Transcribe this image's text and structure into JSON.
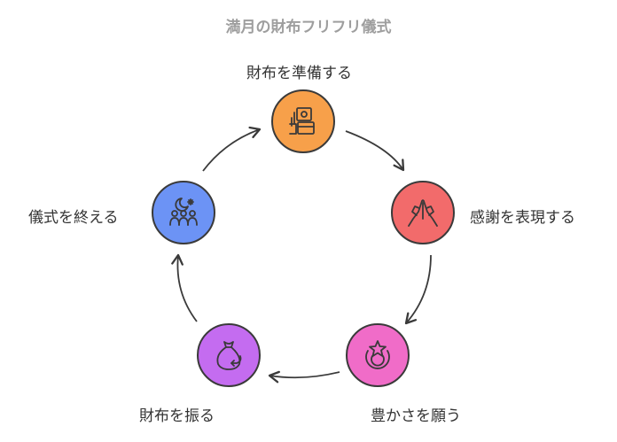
{
  "title": "満月の財布フリフリ儀式",
  "colors": {
    "stroke": "#3a3a3a",
    "title": "#9e9e9e"
  },
  "steps": [
    {
      "label": "財布を準備する",
      "icon": "wallet-cash-icon",
      "color": "#f7a04a"
    },
    {
      "label": "感謝を表現する",
      "icon": "praying-hands-icon",
      "color": "#f26b6b"
    },
    {
      "label": "豊かさを願う",
      "icon": "star-crescent-icon",
      "color": "#f06cc8"
    },
    {
      "label": "財布を振る",
      "icon": "money-bag-shake-icon",
      "color": "#c46cf0"
    },
    {
      "label": "儀式を終える",
      "icon": "moon-group-icon",
      "color": "#6c93f5"
    }
  ]
}
